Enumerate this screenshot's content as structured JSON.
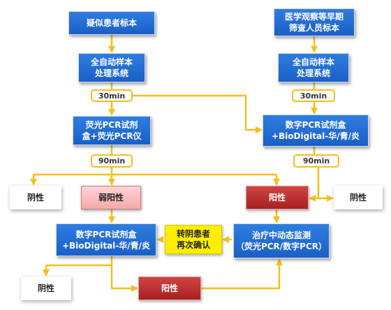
{
  "nodes": {
    "left_start": "疑似患者标本",
    "left_processing": "全自动样本\n处理系统",
    "left_time_30": "30min",
    "left_kit": "荧光PCR试剂\n盒+荧光PCR仪",
    "left_time_90": "90min",
    "left_negative": "阴性",
    "weak_positive": "弱阳性",
    "mid_positive": "阳性",
    "right_negative": "阴性",
    "right_start": "医学观察等早期\n筛查人员标本",
    "right_processing": "全自动样本\n处理系统",
    "right_time_30": "30min",
    "right_kit": "数字PCR试剂盒\n+BioDigital-华/青/炎",
    "right_time_90": "90min",
    "bottom_kit": "数字PCR试剂盒\n+BioDigital-华/青/炎",
    "reconfirm": "转阴患者\n再次确认",
    "monitoring": "治疗中动态监测\n（荧光PCR/数字PCR）",
    "bottom_negative": "阴性",
    "bottom_positive": "阳性"
  },
  "colors": {
    "arrow": "#f2bf1c",
    "process_box": "#1f6fd6",
    "positive_box": "#b52a2a",
    "weak_positive_box": "#f7b9b9",
    "reconfirm_box": "#ffee00"
  }
}
